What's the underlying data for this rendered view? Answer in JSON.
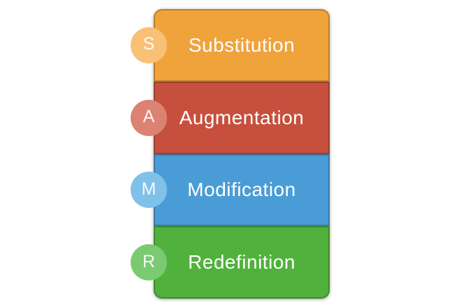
{
  "diagram": {
    "name": "SAMR model ladder",
    "background_color": "#FFFFFF",
    "text_color": "#FFFFFF",
    "levels": [
      {
        "letter": "S",
        "label": "Substitution",
        "block_color": "#F1A33B",
        "circle_color": "#F8C176"
      },
      {
        "letter": "A",
        "label": "Augmentation",
        "block_color": "#C6503D",
        "circle_color": "#DC8272"
      },
      {
        "letter": "M",
        "label": "Modification",
        "block_color": "#4A9CD6",
        "circle_color": "#7FC1E9"
      },
      {
        "letter": "R",
        "label": "Redefinition",
        "block_color": "#50B23D",
        "circle_color": "#7BCA71"
      }
    ]
  }
}
